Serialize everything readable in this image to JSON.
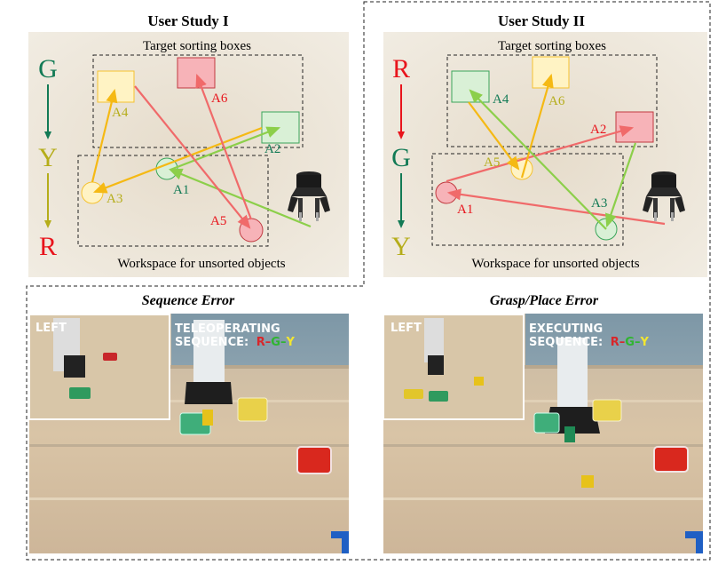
{
  "study1": {
    "title": "User Study I",
    "top_label": "Target sorting boxes",
    "bottom_label": "Workspace for unsorted objects",
    "sequence": [
      "G",
      "Y",
      "R"
    ],
    "actions": [
      "A1",
      "A2",
      "A3",
      "A4",
      "A5",
      "A6"
    ]
  },
  "study2": {
    "title": "User Study II",
    "top_label": "Target sorting boxes",
    "bottom_label": "Workspace for unsorted objects",
    "sequence": [
      "R",
      "G",
      "Y"
    ],
    "actions": [
      "A1",
      "A2",
      "A3",
      "A4",
      "A5",
      "A6"
    ]
  },
  "error1": {
    "title": "Sequence Error",
    "inset_label": "LEFT",
    "mode": "TELEOPERATING",
    "seq_prefix": "SEQUENCE:",
    "seq": [
      "R",
      "G",
      "Y"
    ]
  },
  "error2": {
    "title": "Grasp/Place Error",
    "inset_label": "LEFT",
    "mode": "EXECUTING",
    "seq_prefix": "SEQUENCE:",
    "seq": [
      "R",
      "G",
      "Y"
    ]
  },
  "colors": {
    "green": "#127a55",
    "yellow": "#b5ad1a",
    "red": "#e8141c",
    "arrow_red": "#f06a6a",
    "arrow_yellow": "#f5b914",
    "arrow_green": "#8ccf4a"
  }
}
